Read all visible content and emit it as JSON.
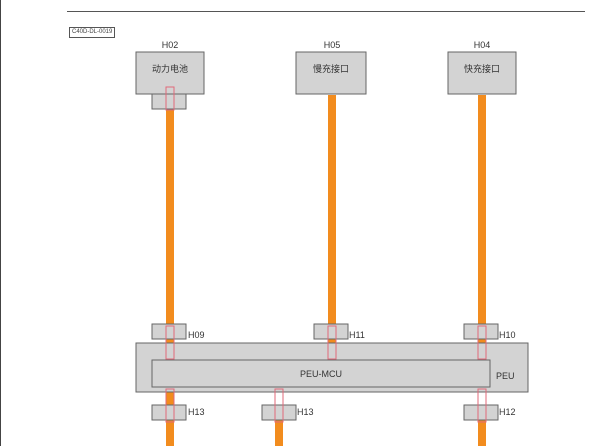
{
  "doc_code": "C40D-DL-0019",
  "colors": {
    "wire": "#f28c1e",
    "box_fill": "#d3d3d3",
    "box_stroke": "#666666",
    "pin_outline": "#e06a7a",
    "text": "#333333"
  },
  "components": {
    "battery": {
      "code": "H02",
      "name": "动力电池"
    },
    "slow_charge": {
      "code": "H05",
      "name": "慢充接口"
    },
    "fast_charge": {
      "code": "H04",
      "name": "快充接口"
    }
  },
  "peu": {
    "label": "PEU",
    "mcu_label": "PEU-MCU"
  },
  "connectors": {
    "top_left": "H09",
    "top_mid": "H11",
    "top_right": "H10",
    "bottom_left": "H13",
    "bottom_mid": "H13",
    "bottom_right": "H12"
  }
}
